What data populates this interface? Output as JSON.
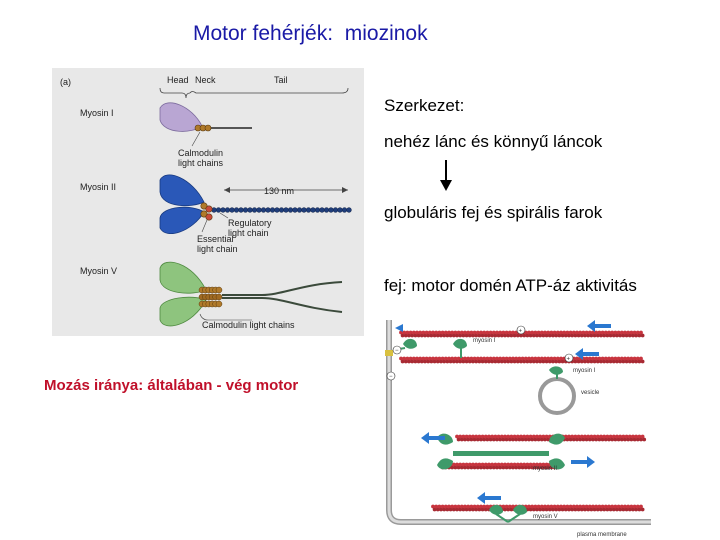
{
  "title": "Motor fehérjék:  miozinok",
  "panel_a": {
    "letter": "(a)",
    "headers": {
      "head": "Head",
      "neck": "Neck",
      "tail": "Tail"
    },
    "myosin1": {
      "name": "Myosin I",
      "callout": [
        "Calmodulin",
        "light chains"
      ]
    },
    "myosin2": {
      "name": "Myosin II",
      "length": "130 nm",
      "regulatory": [
        "Regulatory",
        "light chain"
      ],
      "essential": [
        "Essential",
        "light chain"
      ]
    },
    "myosin5": {
      "name": "Myosin V",
      "callout": "Calmodulin light chains"
    }
  },
  "right_text": {
    "line1": "Szerkezet:",
    "line2": "nehéz lánc és könnyű láncok",
    "line3": "globuláris fej és spirális farok",
    "line4": "fej: motor domén ATP-áz aktivitás"
  },
  "movement": "Mozás iránya: általában - vég motor",
  "panel_b": {
    "labels": {
      "m1_top": "myosin I",
      "m1_mid": "myosin I",
      "vesicle": "vesicle",
      "m2": "myosin II",
      "m5": "myosin V",
      "footer": "plasma membrane"
    },
    "signs": {
      "plus": "+",
      "minus": "−"
    }
  },
  "colors": {
    "title": "#1a1aa6",
    "movement": "#c0102a",
    "myosin1": "#b9a6d3",
    "myosin2": "#2a58b8",
    "myosin5": "#8ec47e",
    "actin": "#c8353f"
  }
}
